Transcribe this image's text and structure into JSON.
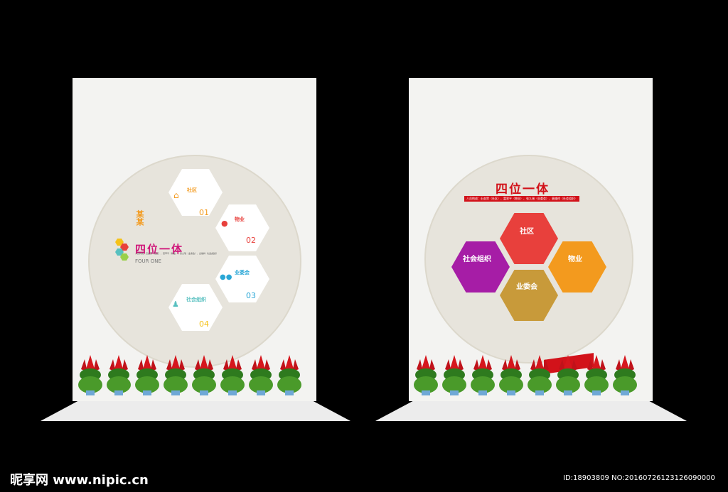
{
  "left_board": {
    "badge_text": "某某",
    "title": "四位一体",
    "subtitle": "FOUR ONE",
    "caption": "人员构成：石金贺（社区）、富翠平（物业）、张九瑞（业委会）、袁维祥（社会组织）",
    "items": [
      {
        "label": "社区",
        "number": "01",
        "color": "#f39a1e"
      },
      {
        "label": "物业",
        "number": "02",
        "color": "#e8403c"
      },
      {
        "label": "业委会",
        "number": "03",
        "color": "#2aa7d6"
      },
      {
        "label": "社会组织",
        "number": "04",
        "color": "#58c0c0"
      }
    ],
    "colors": {
      "title": "#d0167a",
      "accent_hexes": [
        "#f5c21a",
        "#e8403c",
        "#58c0c0",
        "#9ad04a"
      ]
    }
  },
  "right_board": {
    "title": "四位一体",
    "caption": "人员构成：石金贺（社区）、富翠平（物业）、张九瑞（业委会）、袁维祥（社会组织）",
    "items": [
      {
        "label": "社区",
        "color": "#e8403c"
      },
      {
        "label": "物业",
        "color": "#f39a1e"
      },
      {
        "label": "业委会",
        "color": "#c89a3a"
      },
      {
        "label": "社会组织",
        "color": "#a61da6"
      }
    ],
    "colors": {
      "title": "#d2121a"
    }
  },
  "footer": {
    "logo": "昵享网 www.nipic.cn",
    "id_text": "ID:18903809 NO:20160726123126090000"
  }
}
